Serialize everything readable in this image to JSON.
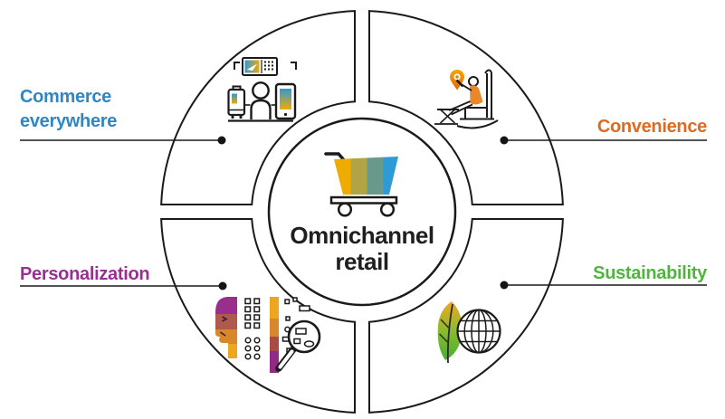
{
  "diagram": {
    "name": "Omnichannel retail diagram",
    "center": {
      "title_line1": "Omnichannel",
      "title_line2": "retail",
      "icon": "shopping-cart-icon",
      "cart_stripe_colors": [
        "#F0AB00",
        "#B1A446",
        "#69998A",
        "#2E9AD6"
      ]
    },
    "quadrants": [
      {
        "id": "commerce-everywhere",
        "position": "top-left",
        "lines": [
          "Commerce",
          "everywhere"
        ],
        "color": "#2E87C4",
        "icon": "traveler-devices-icon"
      },
      {
        "id": "convenience",
        "position": "top-right",
        "lines": [
          "Convenience"
        ],
        "color": "#DE6B21",
        "icon": "relaxed-shopper-location-icon"
      },
      {
        "id": "personalization",
        "position": "bottom-left",
        "lines": [
          "Personalization"
        ],
        "color": "#97308F",
        "icon": "profile-data-magnifier-icon"
      },
      {
        "id": "sustainability",
        "position": "bottom-right",
        "lines": [
          "Sustainability"
        ],
        "color": "#4FB53C",
        "icon": "leaf-globe-icon"
      }
    ]
  }
}
